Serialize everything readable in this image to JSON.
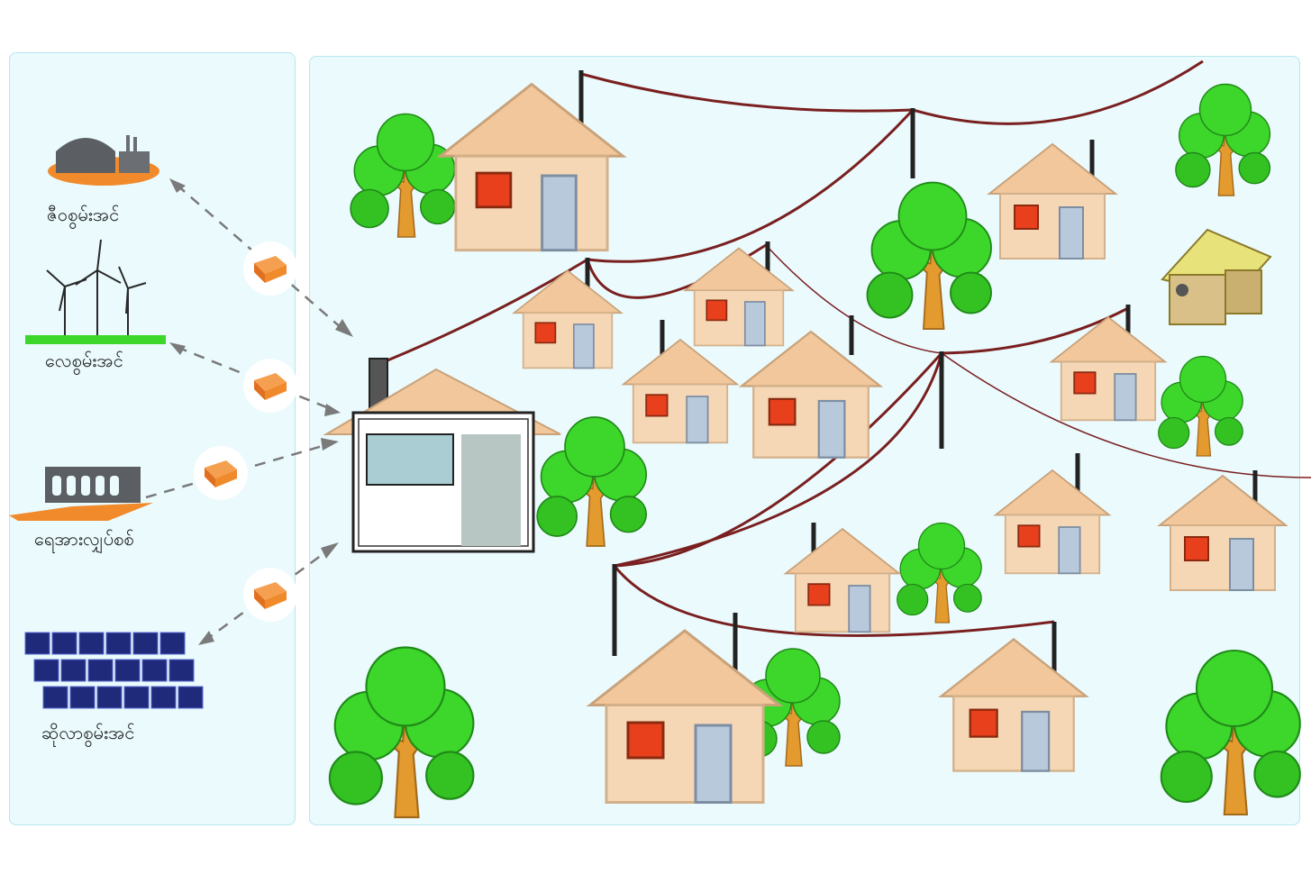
{
  "sources": [
    {
      "label": "ဇီဝစွမ်းအင်",
      "icon": "biogas-plant-icon"
    },
    {
      "label": "လေစွမ်းအင်",
      "icon": "wind-turbine-icon"
    },
    {
      "label": "ရေအားလျှပ်စစ်",
      "icon": "hydropower-dam-icon"
    },
    {
      "label": "ဆိုလာစွမ်းအင်",
      "icon": "solar-panel-icon"
    }
  ],
  "colors": {
    "panel_bg": "#eafafd",
    "panel_border": "#b8e6ee",
    "battery": "#f08a2a",
    "arrow": "#7a7a7a",
    "wire": "#7a1f1f",
    "house_wall": "#f5d7b5",
    "house_roof": "#f1c79b",
    "window": "#e8401c",
    "door": "#b9c9dc",
    "tree_leaf": "#3dd62a",
    "tree_trunk": "#e39a2e"
  }
}
